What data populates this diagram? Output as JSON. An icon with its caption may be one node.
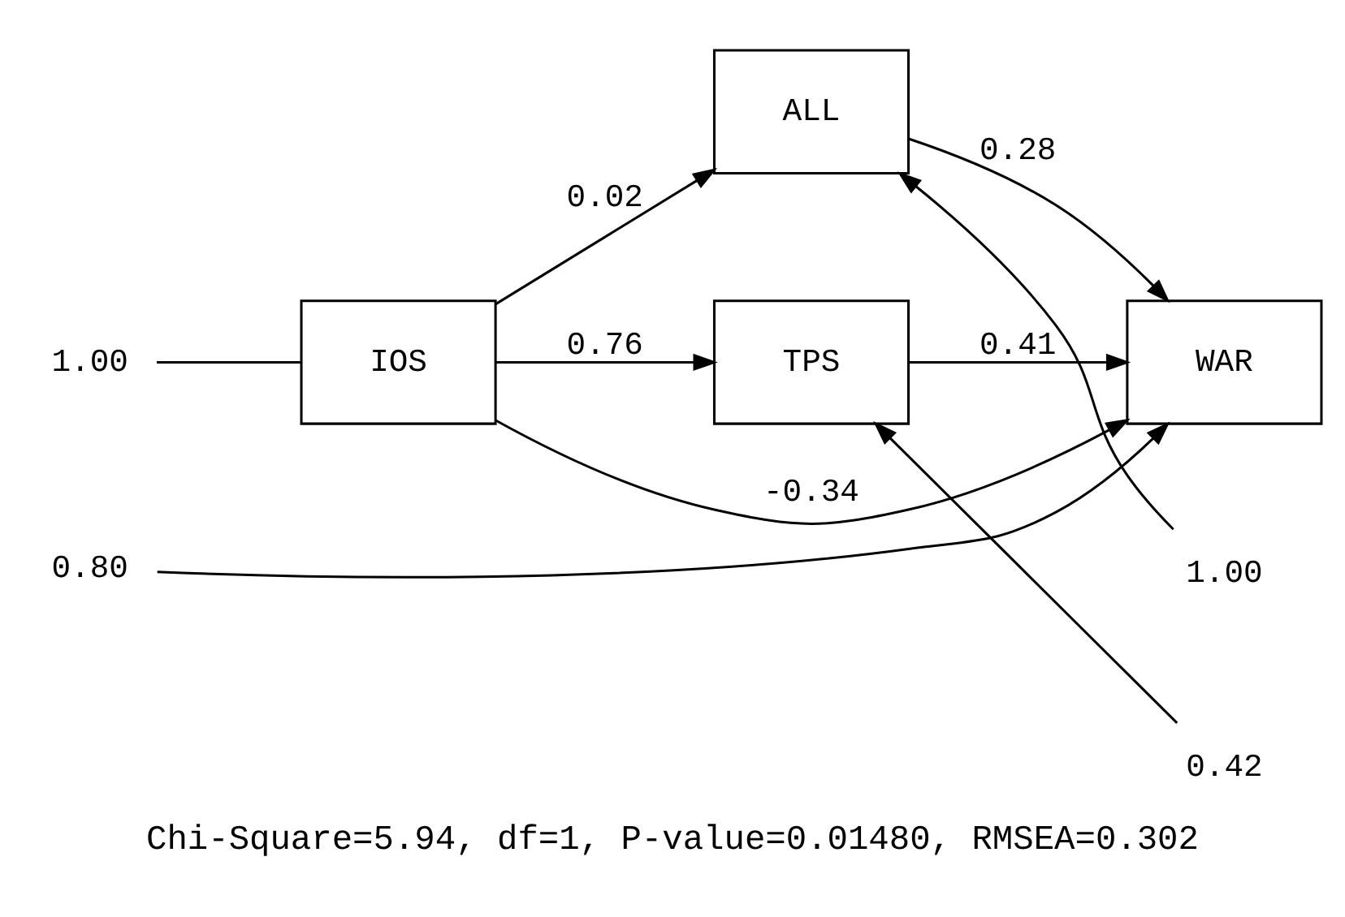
{
  "diagram": {
    "caption": "Chi-Square=5.94, df=1, P-value=0.01480, RMSEA=0.302",
    "nodes": [
      {
        "text": [
          "1.00"
        ]
      },
      {
        "text": [
          "IOS"
        ]
      },
      {
        "text": [
          "ALL"
        ]
      },
      {
        "text": [
          "1.00"
        ]
      },
      {
        "text": [
          "TPS"
        ]
      },
      {
        "text": [
          "0.42"
        ]
      },
      {
        "text": [
          "WAR"
        ]
      },
      {
        "text": [
          "0.80"
        ]
      }
    ],
    "edges": [
      {
        "from": 0,
        "to": 1,
        "arrow": "none"
      },
      {
        "from": 1,
        "to": 2,
        "arrow": "to",
        "label": "0.02"
      },
      {
        "from": 3,
        "to": 2,
        "arrow": "to"
      },
      {
        "from": 1,
        "to": 6,
        "arrow": "to",
        "label": "-0.34"
      },
      {
        "from": 1,
        "to": 4,
        "arrow": "to",
        "label": "0.76"
      },
      {
        "from": 2,
        "to": 6,
        "arrow": "to",
        "label": "0.28"
      },
      {
        "from": 4,
        "to": 6,
        "arrow": "to",
        "label": "0.41"
      },
      {
        "from": 5,
        "to": 4,
        "arrow": "to"
      },
      {
        "from": 7,
        "to": 6,
        "arrow": "to"
      }
    ]
  }
}
